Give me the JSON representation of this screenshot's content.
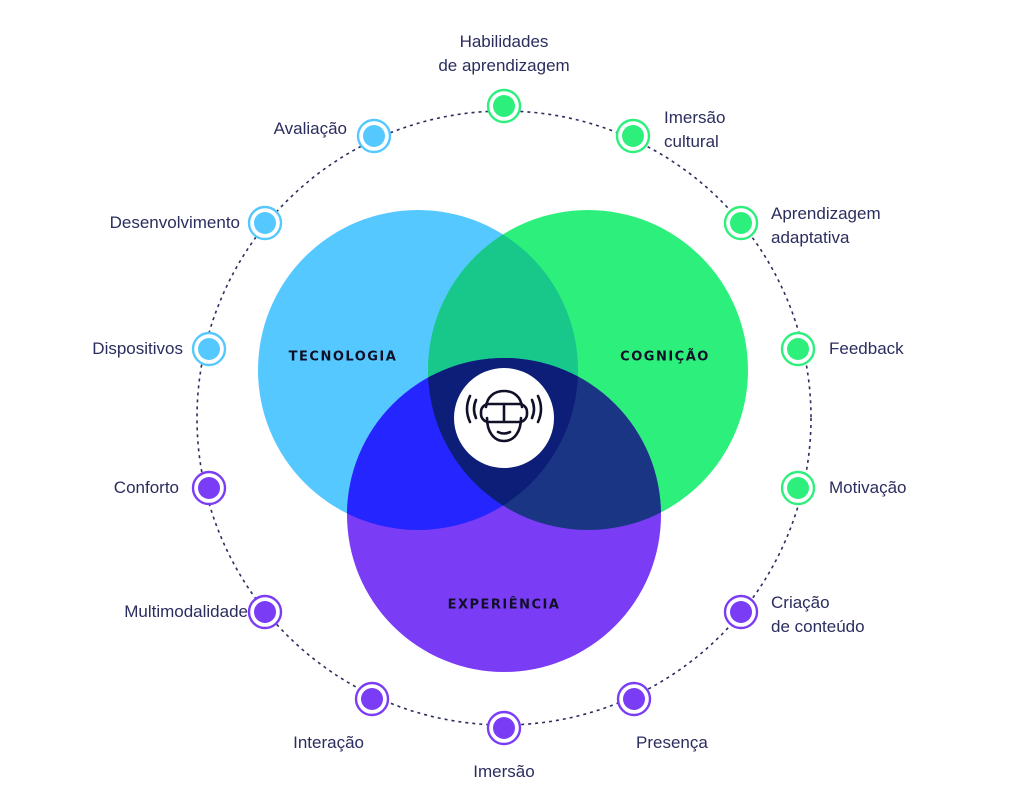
{
  "colors": {
    "tecnologia": "#55c8ff",
    "cognicao": "#2df07c",
    "experiencia": "#7b3cf6",
    "tec_cog": "#17c88a",
    "tec_exp": "#2525ff",
    "cog_exp": "#1b3585",
    "center": "#0d1e78",
    "ring": "#2b2d5e",
    "label_text": "#2b2d5e"
  },
  "circles": {
    "tecnologia": "TECNOLOGIA",
    "cognicao": "COGNIÇÃO",
    "experiencia": "EXPERIÊNCIA"
  },
  "center_icon": "vr-headset-icon",
  "nodes": [
    {
      "id": "habilidades",
      "line1": "Habilidades",
      "line2": "de aprendizagem",
      "group": "cognicao"
    },
    {
      "id": "imersao-cultural",
      "line1": "Imersão",
      "line2": "cultural",
      "group": "cognicao"
    },
    {
      "id": "aprendizagem-adaptativa",
      "line1": "Aprendizagem",
      "line2": "adaptativa",
      "group": "cognicao"
    },
    {
      "id": "feedback",
      "line1": "Feedback",
      "line2": "",
      "group": "cognicao"
    },
    {
      "id": "motivacao",
      "line1": "Motivação",
      "line2": "",
      "group": "cognicao"
    },
    {
      "id": "criacao-conteudo",
      "line1": "Criação",
      "line2": "de conteúdo",
      "group": "experiencia"
    },
    {
      "id": "presenca",
      "line1": "Presença",
      "line2": "",
      "group": "experiencia"
    },
    {
      "id": "imersao",
      "line1": "Imersão",
      "line2": "",
      "group": "experiencia"
    },
    {
      "id": "interacao",
      "line1": "Interação",
      "line2": "",
      "group": "experiencia"
    },
    {
      "id": "multimodalidade",
      "line1": "Multimodalidade",
      "line2": "",
      "group": "experiencia"
    },
    {
      "id": "conforto",
      "line1": "Conforto",
      "line2": "",
      "group": "experiencia"
    },
    {
      "id": "dispositivos",
      "line1": "Dispositivos",
      "line2": "",
      "group": "tecnologia"
    },
    {
      "id": "desenvolvimento",
      "line1": "Desenvolvimento",
      "line2": "",
      "group": "tecnologia"
    },
    {
      "id": "avaliacao",
      "line1": "Avaliação",
      "line2": "",
      "group": "tecnologia"
    }
  ]
}
